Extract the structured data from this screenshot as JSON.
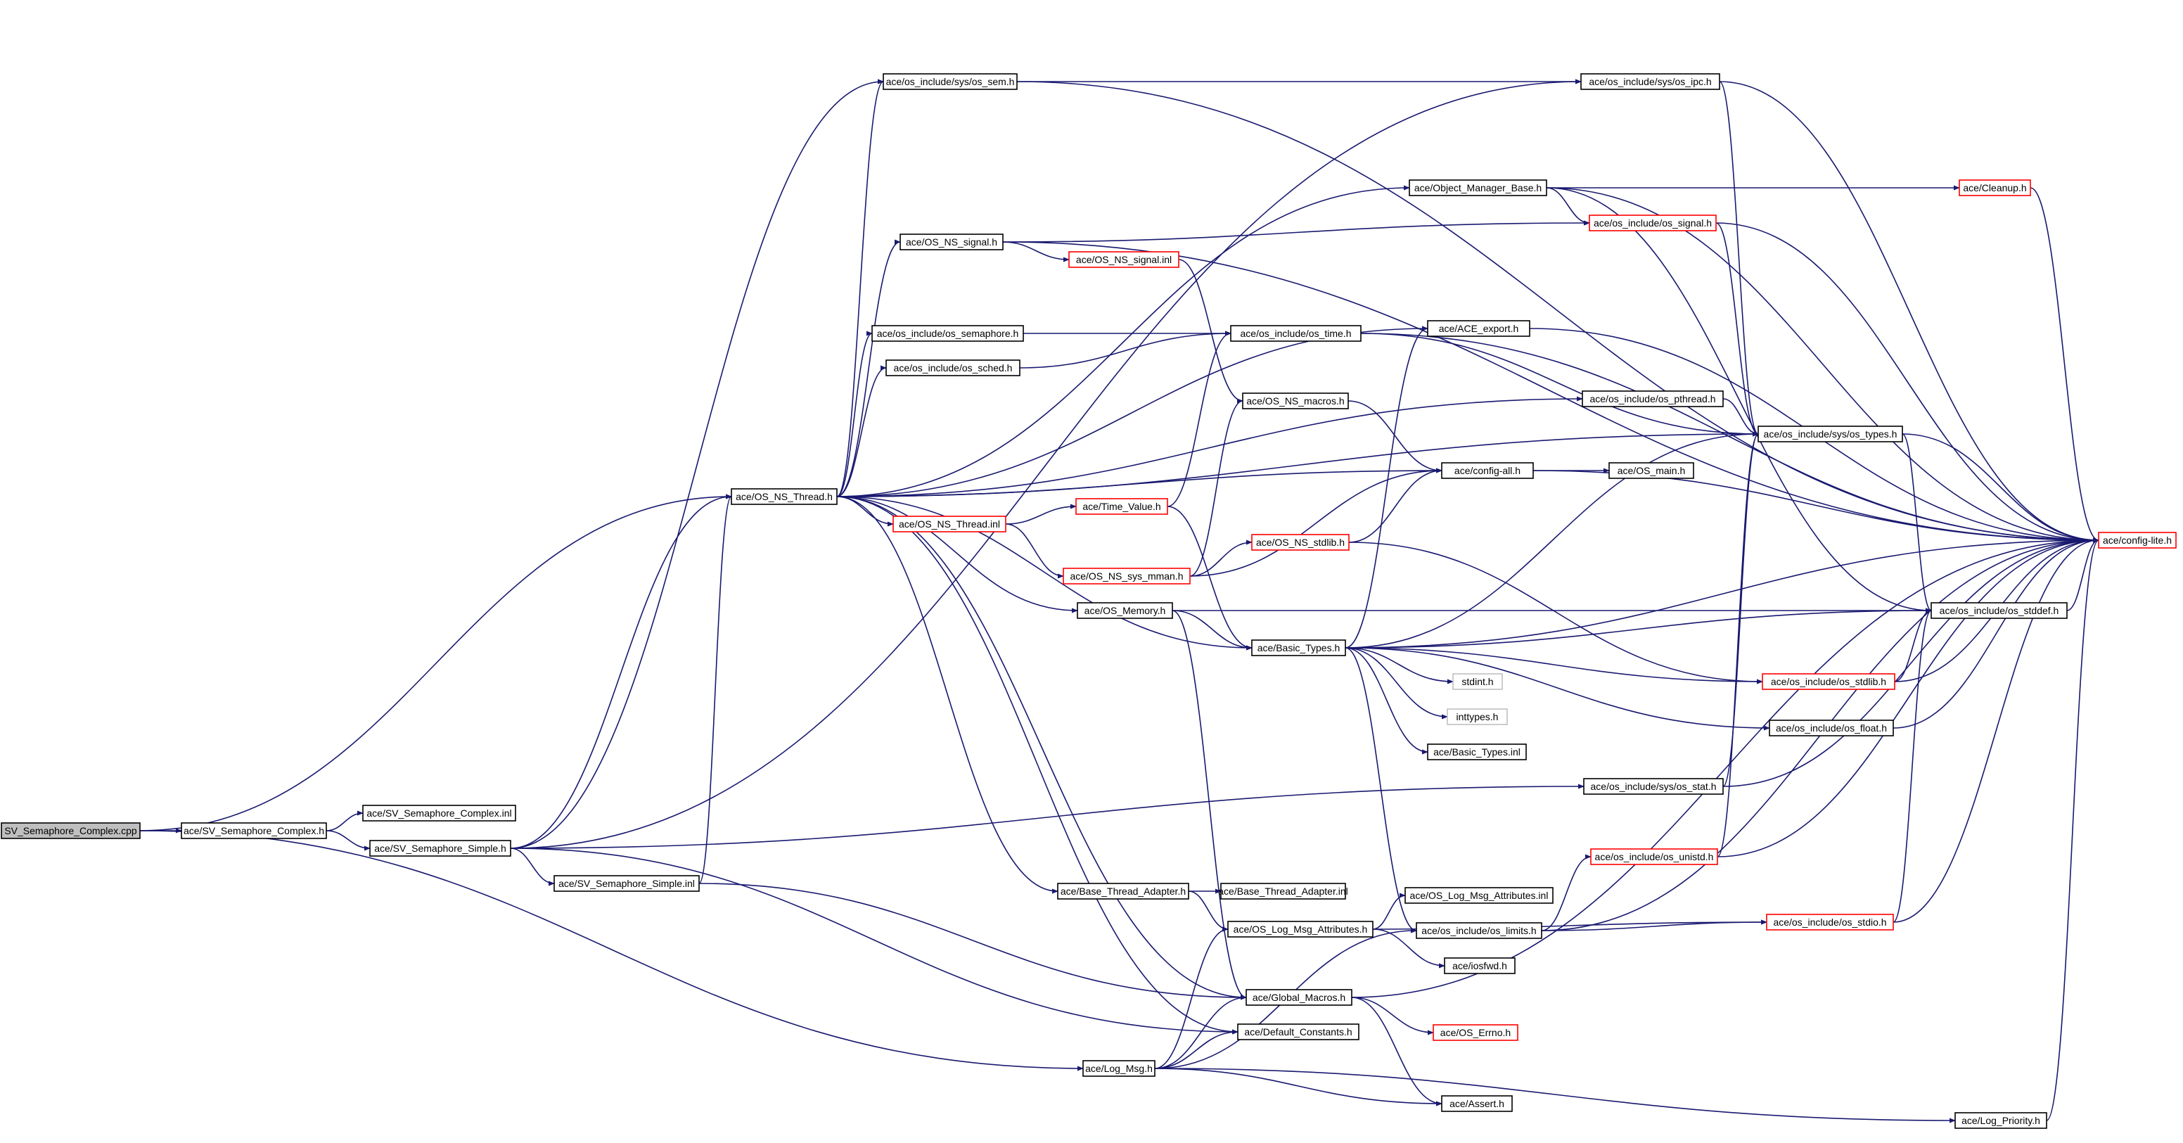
{
  "nodes": [
    {
      "id": "root",
      "label": "SV_Semaphore_Complex.cpp",
      "style": "root"
    },
    {
      "id": "svc_h",
      "label": "ace/SV_Semaphore_Complex.h",
      "style": "black"
    },
    {
      "id": "svc_inl",
      "label": "ace/SV_Semaphore_Complex.inl",
      "style": "black"
    },
    {
      "id": "svs_h",
      "label": "ace/SV_Semaphore_Simple.h",
      "style": "black"
    },
    {
      "id": "svs_inl",
      "label": "ace/SV_Semaphore_Simple.inl",
      "style": "black"
    },
    {
      "id": "osns_thread",
      "label": "ace/OS_NS_Thread.h",
      "style": "black"
    },
    {
      "id": "os_sem",
      "label": "ace/os_include/sys/os_sem.h",
      "style": "black"
    },
    {
      "id": "os_ipc",
      "label": "ace/os_include/sys/os_ipc.h",
      "style": "black"
    },
    {
      "id": "omb",
      "label": "ace/Object_Manager_Base.h",
      "style": "black"
    },
    {
      "id": "cleanup",
      "label": "ace/Cleanup.h",
      "style": "red"
    },
    {
      "id": "os_signal",
      "label": "ace/os_include/os_signal.h",
      "style": "red"
    },
    {
      "id": "osns_signal_h",
      "label": "ace/OS_NS_signal.h",
      "style": "black"
    },
    {
      "id": "osns_signal_inl",
      "label": "ace/OS_NS_signal.inl",
      "style": "red"
    },
    {
      "id": "os_semaphore",
      "label": "ace/os_include/os_semaphore.h",
      "style": "black"
    },
    {
      "id": "os_time",
      "label": "ace/os_include/os_time.h",
      "style": "black"
    },
    {
      "id": "ace_export",
      "label": "ace/ACE_export.h",
      "style": "black"
    },
    {
      "id": "os_sched",
      "label": "ace/os_include/os_sched.h",
      "style": "black"
    },
    {
      "id": "os_pthread",
      "label": "ace/os_include/os_pthread.h",
      "style": "black"
    },
    {
      "id": "osns_macros",
      "label": "ace/OS_NS_macros.h",
      "style": "black"
    },
    {
      "id": "os_types",
      "label": "ace/os_include/sys/os_types.h",
      "style": "black"
    },
    {
      "id": "config_all",
      "label": "ace/config-all.h",
      "style": "black"
    },
    {
      "id": "os_main",
      "label": "ace/OS_main.h",
      "style": "black"
    },
    {
      "id": "config_lite",
      "label": "ace/config-lite.h",
      "style": "red"
    },
    {
      "id": "osns_thread_inl",
      "label": "ace/OS_NS_Thread.inl",
      "style": "red"
    },
    {
      "id": "time_value",
      "label": "ace/Time_Value.h",
      "style": "red"
    },
    {
      "id": "osns_stdlib",
      "label": "ace/OS_NS_stdlib.h",
      "style": "red"
    },
    {
      "id": "osns_sys_mman",
      "label": "ace/OS_NS_sys_mman.h",
      "style": "red"
    },
    {
      "id": "os_memory",
      "label": "ace/OS_Memory.h",
      "style": "black"
    },
    {
      "id": "os_stddef",
      "label": "ace/os_include/os_stddef.h",
      "style": "black"
    },
    {
      "id": "basic_types",
      "label": "ace/Basic_Types.h",
      "style": "black"
    },
    {
      "id": "os_stdlib",
      "label": "ace/os_include/os_stdlib.h",
      "style": "red"
    },
    {
      "id": "stdint",
      "label": "stdint.h",
      "style": "grey"
    },
    {
      "id": "inttypes",
      "label": "inttypes.h",
      "style": "grey"
    },
    {
      "id": "os_float",
      "label": "ace/os_include/os_float.h",
      "style": "black"
    },
    {
      "id": "basic_types_inl",
      "label": "ace/Basic_Types.inl",
      "style": "black"
    },
    {
      "id": "os_stat",
      "label": "ace/os_include/sys/os_stat.h",
      "style": "black"
    },
    {
      "id": "os_unistd",
      "label": "ace/os_include/os_unistd.h",
      "style": "red"
    },
    {
      "id": "bta_h",
      "label": "ace/Base_Thread_Adapter.h",
      "style": "black"
    },
    {
      "id": "bta_inl",
      "label": "ace/Base_Thread_Adapter.inl",
      "style": "black"
    },
    {
      "id": "oslma_inl",
      "label": "ace/OS_Log_Msg_Attributes.inl",
      "style": "black"
    },
    {
      "id": "oslma_h",
      "label": "ace/OS_Log_Msg_Attributes.h",
      "style": "black"
    },
    {
      "id": "os_limits",
      "label": "ace/os_include/os_limits.h",
      "style": "black"
    },
    {
      "id": "os_stdio",
      "label": "ace/os_include/os_stdio.h",
      "style": "red"
    },
    {
      "id": "iosfwd",
      "label": "ace/iosfwd.h",
      "style": "black"
    },
    {
      "id": "global_macros",
      "label": "ace/Global_Macros.h",
      "style": "black"
    },
    {
      "id": "default_constants",
      "label": "ace/Default_Constants.h",
      "style": "black"
    },
    {
      "id": "os_errno",
      "label": "ace/OS_Errno.h",
      "style": "red"
    },
    {
      "id": "log_msg",
      "label": "ace/Log_Msg.h",
      "style": "black"
    },
    {
      "id": "assert",
      "label": "ace/Assert.h",
      "style": "black"
    },
    {
      "id": "log_priority",
      "label": "ace/Log_Priority.h",
      "style": "black"
    }
  ],
  "edges": [
    [
      "root",
      "svc_h"
    ],
    [
      "root",
      "osns_thread"
    ],
    [
      "root",
      "log_msg"
    ],
    [
      "svc_h",
      "svc_inl"
    ],
    [
      "svc_h",
      "svs_h"
    ],
    [
      "svs_h",
      "svs_inl"
    ],
    [
      "svs_h",
      "os_sem"
    ],
    [
      "svs_h",
      "os_ipc"
    ],
    [
      "svs_h",
      "osns_thread"
    ],
    [
      "svs_h",
      "os_stat"
    ],
    [
      "svs_h",
      "default_constants"
    ],
    [
      "svs_inl",
      "osns_thread"
    ],
    [
      "svs_inl",
      "global_macros"
    ],
    [
      "osns_thread",
      "os_sem"
    ],
    [
      "osns_thread",
      "omb"
    ],
    [
      "osns_thread",
      "osns_signal_h"
    ],
    [
      "osns_thread",
      "os_semaphore"
    ],
    [
      "osns_thread",
      "os_sched"
    ],
    [
      "osns_thread",
      "ace_export"
    ],
    [
      "osns_thread",
      "os_pthread"
    ],
    [
      "osns_thread",
      "config_all"
    ],
    [
      "osns_thread",
      "osns_thread_inl"
    ],
    [
      "osns_thread",
      "os_memory"
    ],
    [
      "osns_thread",
      "basic_types"
    ],
    [
      "osns_thread",
      "bta_h"
    ],
    [
      "osns_thread",
      "global_macros"
    ],
    [
      "osns_thread",
      "default_constants"
    ],
    [
      "osns_thread",
      "os_types"
    ],
    [
      "os_sem",
      "os_ipc"
    ],
    [
      "os_sem",
      "config_lite"
    ],
    [
      "os_ipc",
      "os_types"
    ],
    [
      "os_ipc",
      "config_lite"
    ],
    [
      "omb",
      "cleanup"
    ],
    [
      "omb",
      "os_signal"
    ],
    [
      "omb",
      "os_stddef"
    ],
    [
      "omb",
      "config_lite"
    ],
    [
      "cleanup",
      "config_lite"
    ],
    [
      "os_signal",
      "os_types"
    ],
    [
      "os_signal",
      "config_lite"
    ],
    [
      "osns_signal_h",
      "os_signal"
    ],
    [
      "osns_signal_h",
      "osns_signal_inl"
    ],
    [
      "osns_signal_h",
      "config_lite"
    ],
    [
      "osns_signal_inl",
      "osns_macros"
    ],
    [
      "os_semaphore",
      "os_time"
    ],
    [
      "os_sched",
      "os_time"
    ],
    [
      "os_time",
      "os_types"
    ],
    [
      "os_time",
      "config_lite"
    ],
    [
      "ace_export",
      "config_lite"
    ],
    [
      "os_pthread",
      "os_types"
    ],
    [
      "osns_macros",
      "config_all"
    ],
    [
      "os_types",
      "os_stddef"
    ],
    [
      "os_types",
      "config_lite"
    ],
    [
      "config_all",
      "os_main"
    ],
    [
      "config_all",
      "config_lite"
    ],
    [
      "osns_thread_inl",
      "time_value"
    ],
    [
      "osns_thread_inl",
      "osns_sys_mman"
    ],
    [
      "time_value",
      "os_time"
    ],
    [
      "time_value",
      "basic_types"
    ],
    [
      "osns_sys_mman",
      "osns_macros"
    ],
    [
      "osns_sys_mman",
      "config_all"
    ],
    [
      "osns_sys_mman",
      "osns_stdlib"
    ],
    [
      "osns_stdlib",
      "config_all"
    ],
    [
      "osns_stdlib",
      "os_stdlib"
    ],
    [
      "os_memory",
      "basic_types"
    ],
    [
      "os_memory",
      "os_stddef"
    ],
    [
      "os_memory",
      "global_macros"
    ],
    [
      "basic_types",
      "ace_export"
    ],
    [
      "basic_types",
      "os_types"
    ],
    [
      "basic_types",
      "os_stddef"
    ],
    [
      "basic_types",
      "os_stdlib"
    ],
    [
      "basic_types",
      "stdint"
    ],
    [
      "basic_types",
      "inttypes"
    ],
    [
      "basic_types",
      "basic_types_inl"
    ],
    [
      "basic_types",
      "os_float"
    ],
    [
      "basic_types",
      "config_lite"
    ],
    [
      "basic_types",
      "os_limits"
    ],
    [
      "os_stdlib",
      "os_stddef"
    ],
    [
      "os_stdlib",
      "config_lite"
    ],
    [
      "os_stddef",
      "config_lite"
    ],
    [
      "os_float",
      "config_lite"
    ],
    [
      "os_stat",
      "os_types"
    ],
    [
      "os_stat",
      "config_lite"
    ],
    [
      "os_unistd",
      "os_types"
    ],
    [
      "os_unistd",
      "config_lite"
    ],
    [
      "bta_h",
      "bta_inl"
    ],
    [
      "bta_h",
      "oslma_h"
    ],
    [
      "oslma_h",
      "oslma_inl"
    ],
    [
      "oslma_h",
      "iosfwd"
    ],
    [
      "oslma_h",
      "os_stdio"
    ],
    [
      "os_limits",
      "os_unistd"
    ],
    [
      "os_limits",
      "os_stdio"
    ],
    [
      "os_limits",
      "config_lite"
    ],
    [
      "os_stdio",
      "os_stddef"
    ],
    [
      "os_stdio",
      "config_lite"
    ],
    [
      "global_macros",
      "os_errno"
    ],
    [
      "global_macros",
      "config_lite"
    ],
    [
      "global_macros",
      "assert"
    ],
    [
      "log_msg",
      "global_macros"
    ],
    [
      "log_msg",
      "default_constants"
    ],
    [
      "log_msg",
      "oslma_h"
    ],
    [
      "log_msg",
      "os_limits"
    ],
    [
      "log_msg",
      "assert"
    ],
    [
      "log_msg",
      "log_priority"
    ],
    [
      "log_priority",
      "config_lite"
    ]
  ]
}
